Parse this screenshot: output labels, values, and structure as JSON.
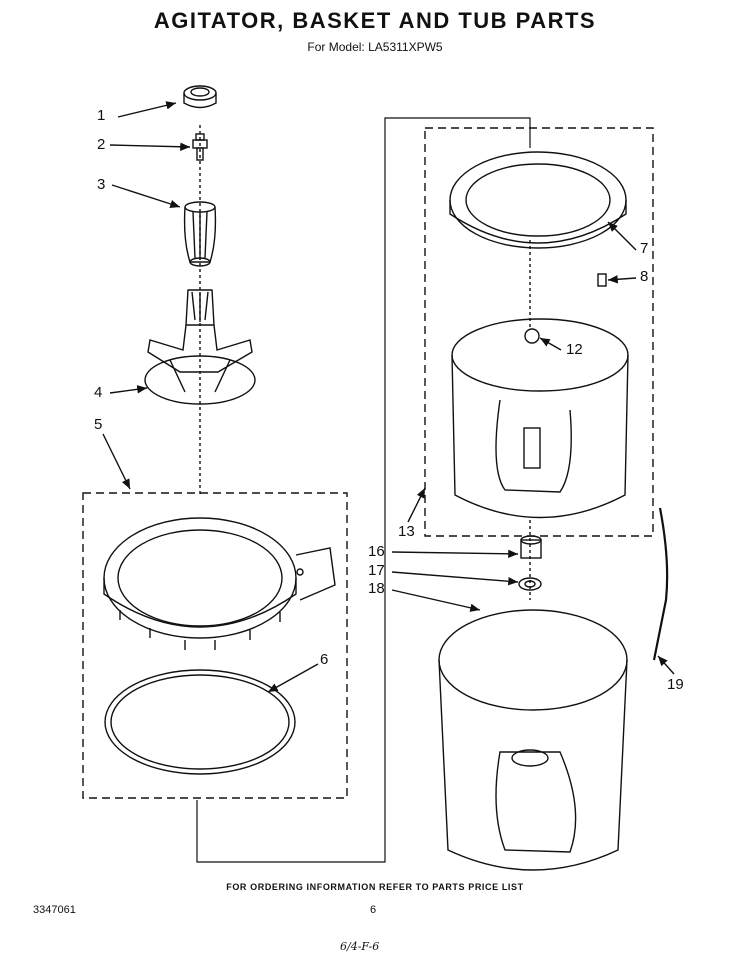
{
  "header": {
    "title": "AGITATOR, BASKET AND TUB PARTS",
    "subtitle": "For Model: LA5311XPW5"
  },
  "callouts": [
    "1",
    "2",
    "3",
    "4",
    "5",
    "6",
    "7",
    "8",
    "12",
    "13",
    "16",
    "17",
    "18",
    "19"
  ],
  "footer": {
    "note": "FOR ORDERING INFORMATION REFER TO PARTS PRICE LIST",
    "doc_number": "3347061",
    "page_number": "6",
    "handwritten": "6/4-F-6"
  }
}
